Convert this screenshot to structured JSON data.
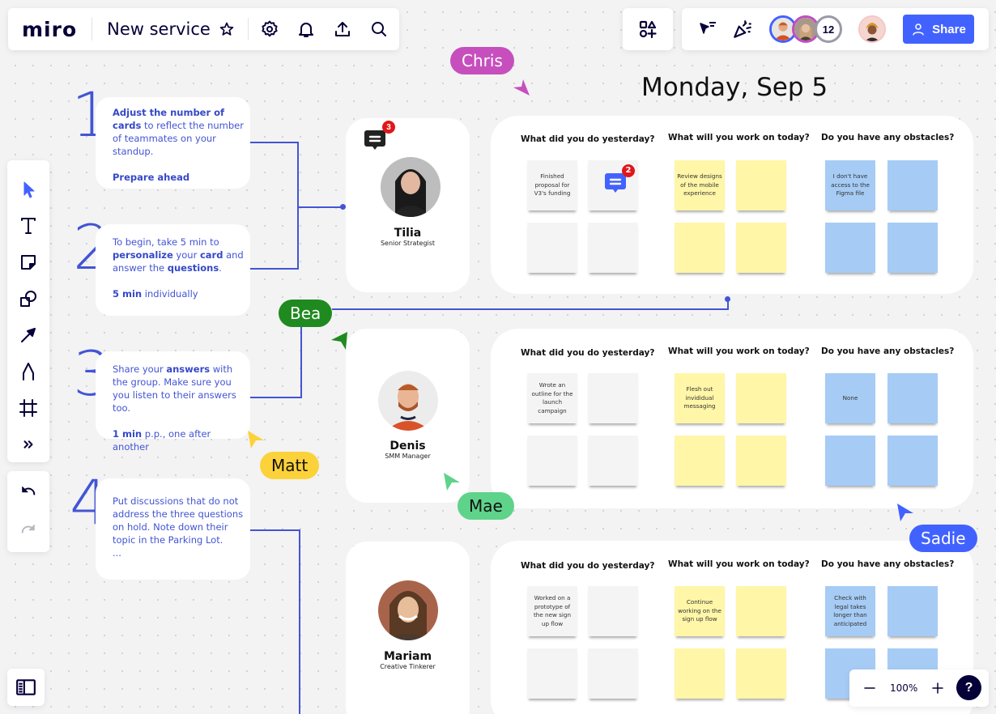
{
  "header": {
    "logo": "miro",
    "board_title": "New service",
    "icons": [
      "star-icon",
      "gear-icon",
      "bell-icon",
      "upload-icon",
      "search-icon"
    ]
  },
  "collab": {
    "participant_count": "12",
    "share_label": "Share",
    "accent": "#4262ff",
    "avatar_rings": [
      "#4262ff",
      "#c04fc0",
      "#9a9aa8"
    ]
  },
  "toolbar": {
    "tools": [
      "select",
      "text",
      "sticky-note",
      "shapes",
      "arrow",
      "pen",
      "frame",
      "more"
    ],
    "undo": "undo",
    "redo": "redo"
  },
  "board": {
    "date_title": "Monday, Sep 5",
    "steps": [
      {
        "number": "1",
        "lines": [
          {
            "bold": "Adjust the number of cards",
            "rest": " to reflect the number of teammates on your standup."
          }
        ],
        "footer_bold": "Prepare ahead",
        "footer_rest": ""
      },
      {
        "number": "2",
        "pre": "To begin, take 5 min to ",
        "b1": "personalize",
        "mid1": " your ",
        "b2": "card",
        "mid2": " and answer the ",
        "b3": "questions",
        "post": ".",
        "footer_bold": "5 min",
        "footer_rest": " individually"
      },
      {
        "number": "3",
        "pre": "Share your ",
        "b1": "answers",
        "post": " with the group. Make sure you you listen to their answers too.",
        "footer_bold": "1 min",
        "footer_rest": " p.p., one after another"
      },
      {
        "number": "4",
        "text": "Put discussions that do not address the three questions on hold. Note down their topic in the Parking Lot.",
        "footer": "..."
      }
    ],
    "questions": [
      "What did you do yesterday?",
      "What will you work on today?",
      "Do you have any obstacles?"
    ],
    "people": [
      {
        "name": "Tilia",
        "role": "Senior Strategist",
        "comment_count": "3",
        "yesterday": [
          "Finished proposal for V3's funding",
          "",
          "",
          ""
        ],
        "yesterday_comment_count": "2",
        "today": [
          "Review designs of the mobile experience",
          "",
          "",
          ""
        ],
        "obstacles": [
          "I don't have access to the Figma file",
          "",
          "",
          ""
        ]
      },
      {
        "name": "Denis",
        "role": "SMM Manager",
        "yesterday": [
          "Wrote an outline for the launch campaign",
          "",
          "",
          ""
        ],
        "today": [
          "Flesh out invididual messaging",
          "",
          "",
          ""
        ],
        "obstacles": [
          "None",
          "",
          "",
          ""
        ]
      },
      {
        "name": "Mariam",
        "role": "Creative Tinkerer",
        "yesterday": [
          "Worked on a prototype of the new sign up flow",
          "",
          "",
          ""
        ],
        "today": [
          "Continue working on the sign up flow",
          "",
          "",
          ""
        ],
        "obstacles": [
          "Check with legal takes longer than anticipated",
          "",
          "",
          ""
        ]
      }
    ]
  },
  "cursors": [
    {
      "name": "Chris",
      "color": "#c64fbd"
    },
    {
      "name": "Bea",
      "color": "#1f8a1f"
    },
    {
      "name": "Matt",
      "color": "#fcd23a"
    },
    {
      "name": "Mae",
      "color": "#5fd38a"
    },
    {
      "name": "Sadie",
      "color": "#4262ff"
    }
  ],
  "zoom": {
    "level": "100%",
    "help": "?"
  }
}
